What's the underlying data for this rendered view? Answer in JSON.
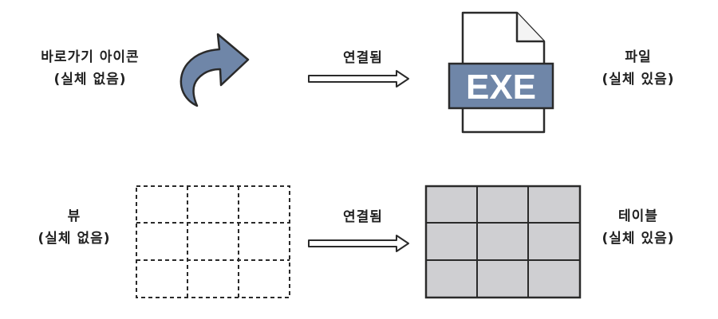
{
  "rows": [
    {
      "left_label": {
        "line1": "바로가기 아이콘",
        "line2": "(실체 없음)"
      },
      "arrow_label": "연결됨",
      "right_label": {
        "line1": "파일",
        "line2": "(실체 있음)"
      },
      "left_icon": "shortcut-arrow-icon",
      "right_icon": {
        "name": "exe-file-icon",
        "text": "EXE"
      }
    },
    {
      "left_label": {
        "line1": "뷰",
        "line2": "(실체 없음)"
      },
      "arrow_label": "연결됨",
      "right_label": {
        "line1": "테이블",
        "line2": "(실체 있음)"
      },
      "left_icon": "view-grid-dashed-icon",
      "right_icon": "table-grid-solid-icon"
    }
  ],
  "colors": {
    "accent_blue": "#6f86a8",
    "table_fill": "#cfcfd2",
    "stroke": "#2a2a2a"
  }
}
